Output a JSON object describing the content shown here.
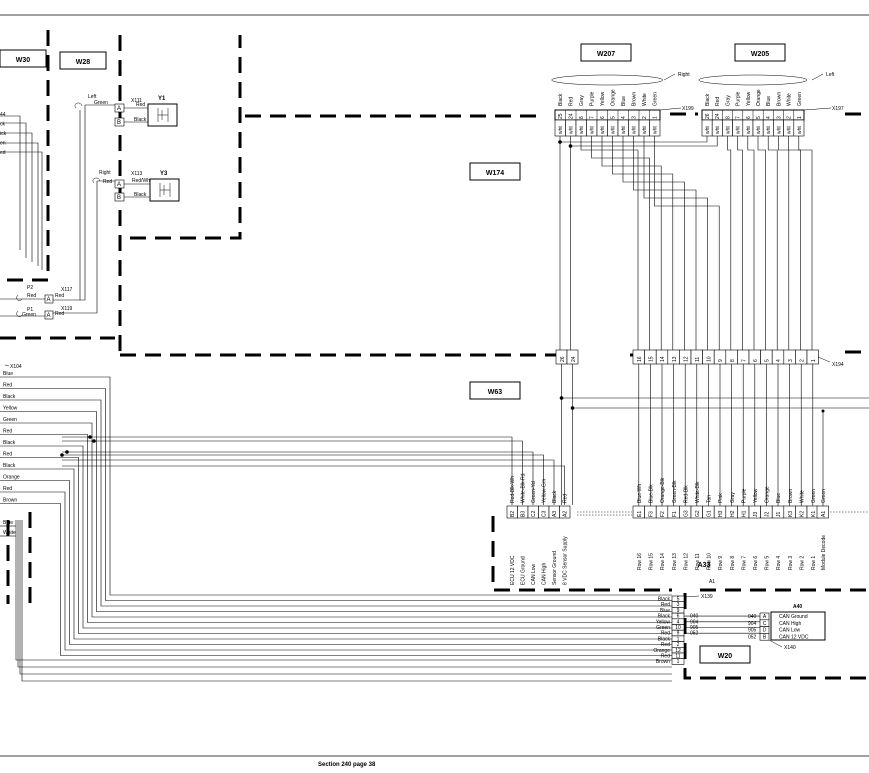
{
  "footer": {
    "text": "Section 240 page 38"
  },
  "harness_labels": [
    "W30",
    "W28",
    "W207",
    "W205",
    "W174",
    "W63",
    "W20"
  ],
  "components": {
    "y1": {
      "name": "Y1",
      "connector": "X111",
      "wire_top": "Red",
      "wire_bottom": "Black",
      "side": "Left",
      "wire_in": "Green",
      "pin_a": "A",
      "pin_b": "B"
    },
    "y3": {
      "name": "Y3",
      "connector": "X113",
      "wire_top": "Red/Wh",
      "wire_bottom": "Black",
      "side": "Right",
      "wire_in": "Red",
      "pin_a": "A",
      "pin_b": "B"
    },
    "p2": {
      "name": "P2",
      "connector": "X117",
      "wire_in": "Red",
      "wire_out": "Red",
      "pin": "A"
    },
    "p1": {
      "name": "P1",
      "connector": "X119",
      "wire_in": "Green",
      "wire_out": "Red",
      "pin": "A"
    }
  },
  "w30_fragments": [
    "44",
    "ck",
    "ick",
    "en",
    "ed"
  ],
  "x104": {
    "label": "X104",
    "wires": [
      "Blue",
      "Red",
      "Black",
      "Yellow",
      "Green",
      "Red",
      "Black",
      "Red",
      "Black",
      "Orange",
      "Red",
      "Brown"
    ]
  },
  "left_lower_wires": [
    "Blue",
    "White"
  ],
  "x199": {
    "label": "X199",
    "side": "Right",
    "colors": [
      "Black",
      "Red",
      "Gray",
      "Purple",
      "Yellow",
      "Orange",
      "Blue",
      "Brown",
      "White",
      "Green"
    ],
    "pins": [
      "25",
      "24",
      "8",
      "7",
      "6",
      "5",
      "4",
      "3",
      "2",
      "1"
    ],
    "lower": [
      "wht",
      "wht",
      "wht",
      "wht",
      "wht",
      "wht",
      "wht",
      "wht",
      "wht",
      "wht"
    ]
  },
  "x197": {
    "label": "X197",
    "side": "Left",
    "colors": [
      "Black",
      "Red",
      "Gray",
      "Purple",
      "Yellow",
      "Orange",
      "Blue",
      "Brown",
      "White",
      "Green"
    ],
    "pins": [
      "26",
      "24",
      "8",
      "7",
      "6",
      "5",
      "4",
      "3",
      "2",
      "1"
    ],
    "lower": [
      "wht",
      "wht",
      "wht",
      "wht",
      "wht",
      "wht",
      "wht",
      "wht",
      "wht",
      "wht"
    ]
  },
  "x194": {
    "label": "X194",
    "pins_left": [
      "26",
      "24"
    ],
    "pins_right": [
      "16",
      "15",
      "14",
      "13",
      "12",
      "11",
      "10",
      "9",
      "8",
      "7",
      "6",
      "5",
      "4",
      "3",
      "2",
      "1"
    ]
  },
  "a33": {
    "name": "A33",
    "sub": "A1",
    "left_pins": [
      {
        "color": "Red-Blk-Wh",
        "pin": "B2",
        "func": "ECU 12 VDC"
      },
      {
        "color": "White-Blk-Rd",
        "pin": "B3",
        "func": "ECU Ground"
      },
      {
        "color": "Green-Yel",
        "pin": "C2",
        "func": "CAN Low"
      },
      {
        "color": "Yellow-Grn",
        "pin": "C3",
        "func": "CAN High"
      },
      {
        "color": "Black",
        "pin": "A3",
        "func": "Sensor Ground"
      },
      {
        "color": "Red",
        "pin": "A2",
        "func": "8 VDC Sensor Supply"
      }
    ],
    "right_pins": [
      {
        "color": "Blue-Wh",
        "pin": "E1",
        "func": "Row 16"
      },
      {
        "color": "Blue-Blk",
        "pin": "F3",
        "func": "Row 15"
      },
      {
        "color": "Orange-Blk",
        "pin": "F2",
        "func": "Row 14"
      },
      {
        "color": "Green-Blk",
        "pin": "F1",
        "func": "Row 13"
      },
      {
        "color": "Red-Blk",
        "pin": "G3",
        "func": "Row 12"
      },
      {
        "color": "White-Blk",
        "pin": "G2",
        "func": "Row 11"
      },
      {
        "color": "Tan",
        "pin": "G1",
        "func": "Row 10"
      },
      {
        "color": "Pink",
        "pin": "H3",
        "func": "Row 9"
      },
      {
        "color": "Gray",
        "pin": "H2",
        "func": "Row 8"
      },
      {
        "color": "Purple",
        "pin": "H1",
        "func": "Row 7"
      },
      {
        "color": "Yellow",
        "pin": "J3",
        "func": "Row 6"
      },
      {
        "color": "Orange",
        "pin": "J2",
        "func": "Row 5"
      },
      {
        "color": "Blue",
        "pin": "J1",
        "func": "Row 4"
      },
      {
        "color": "Brown",
        "pin": "K3",
        "func": "Row 3"
      },
      {
        "color": "White",
        "pin": "K2",
        "func": "Row 2"
      },
      {
        "color": "Green",
        "pin": "K1",
        "func": "Row 1"
      },
      {
        "color": "Green",
        "pin": "A1",
        "func": "Module Decode"
      }
    ]
  },
  "x139": {
    "label": "X139",
    "rows": [
      {
        "color": "Black",
        "pin": "5",
        "wire": ""
      },
      {
        "color": "Red",
        "pin": "3",
        "wire": ""
      },
      {
        "color": "Blue",
        "pin": "9",
        "wire": ""
      },
      {
        "color": "Black",
        "pin": "6",
        "wire": "040"
      },
      {
        "color": "Yellow",
        "pin": "4",
        "wire": "904"
      },
      {
        "color": "Green",
        "pin": "10",
        "wire": "905"
      },
      {
        "color": "Red",
        "pin": "9",
        "wire": "052"
      },
      {
        "color": "Black",
        "pin": "1",
        "wire": ""
      },
      {
        "color": "Red",
        "pin": "2",
        "wire": ""
      },
      {
        "color": "Orange",
        "pin": "12",
        "wire": ""
      },
      {
        "color": "Red",
        "pin": "11",
        "wire": ""
      },
      {
        "color": "Brown",
        "pin": "1",
        "wire": ""
      }
    ]
  },
  "a40": {
    "name": "A40",
    "connector": "X140",
    "rows": [
      {
        "wire": "040",
        "pin": "A",
        "func": "CAN Ground"
      },
      {
        "wire": "904",
        "pin": "C",
        "func": "CAN High"
      },
      {
        "wire": "905",
        "pin": "D",
        "func": "CAN Low"
      },
      {
        "wire": "052",
        "pin": "B",
        "func": "CAN 12 VDC"
      }
    ]
  }
}
